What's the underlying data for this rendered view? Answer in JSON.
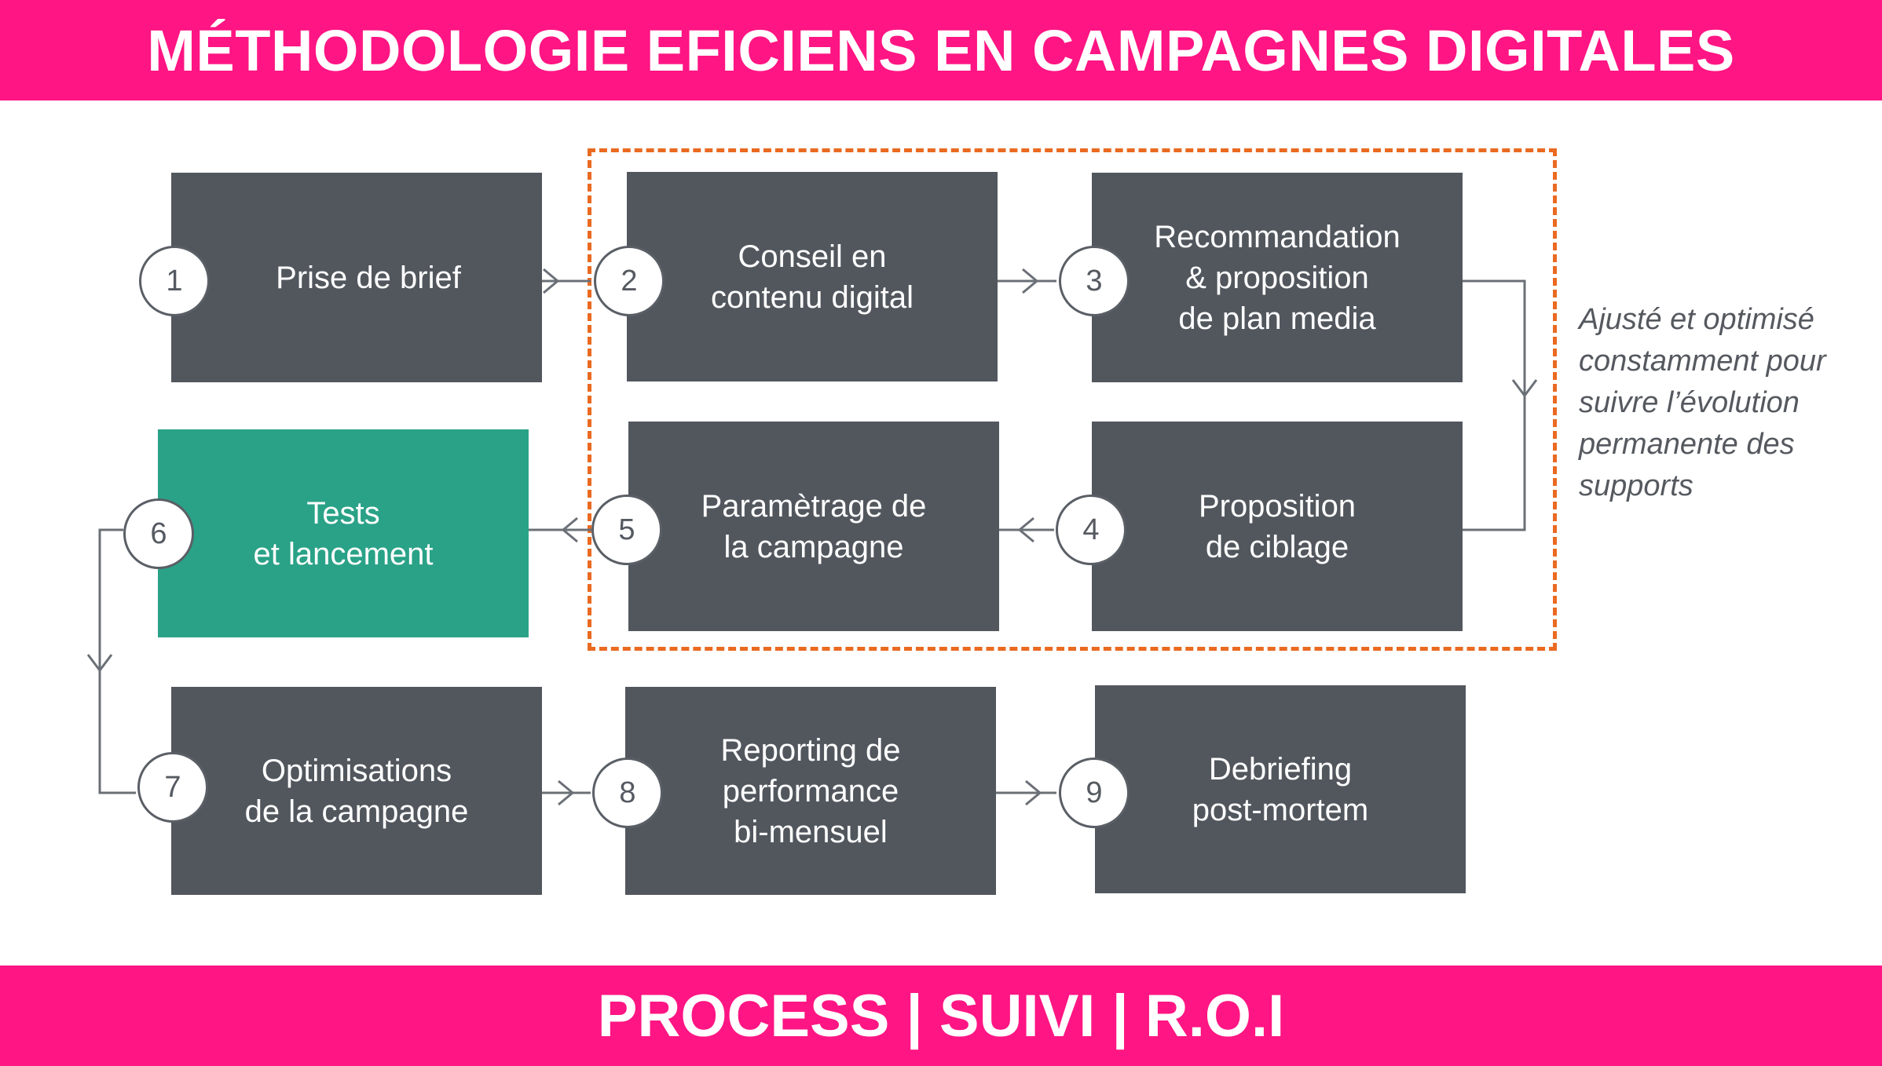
{
  "header": {
    "title": "MÉTHODOLOGIE EFICIENS EN CAMPAGNES DIGITALES"
  },
  "footer": {
    "tagline": "PROCESS | SUIVI | R.O.I"
  },
  "colors": {
    "banner": "#ff1583",
    "box": "#52575e",
    "highlight": "#2aa287",
    "dashed_frame": "#ea6a21"
  },
  "steps": [
    {
      "number": "1",
      "label": "Prise de brief"
    },
    {
      "number": "2",
      "label": "Conseil en\ncontenu digital"
    },
    {
      "number": "3",
      "label": "Recommandation\n& proposition\nde plan media"
    },
    {
      "number": "4",
      "label": "Proposition\nde ciblage"
    },
    {
      "number": "5",
      "label": "Paramètrage de\nla campagne"
    },
    {
      "number": "6",
      "label": "Tests\net lancement"
    },
    {
      "number": "7",
      "label": "Optimisations\nde la campagne"
    },
    {
      "number": "8",
      "label": "Reporting de\nperformance\nbi-mensuel"
    },
    {
      "number": "9",
      "label": "Debriefing\npost-mortem"
    }
  ],
  "side_note": "Ajusté et optimisé\nconstamment pour\nsuivre l’évolution\npermanente des\nsupports"
}
